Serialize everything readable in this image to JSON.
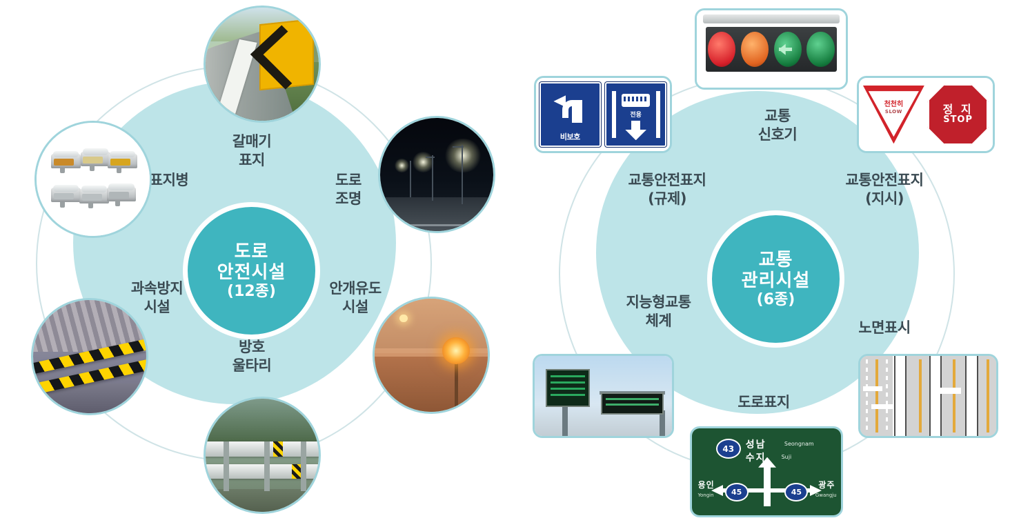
{
  "colors": {
    "center_fill": "#3fb5bf",
    "disc_fill": "#bde4e8",
    "ring_stroke": "#cfe3e6",
    "node_border": "#9fd4dc",
    "label_text": "#3a4a52"
  },
  "left_diagram": {
    "center": {
      "line1": "도로",
      "line2": "안전시설",
      "line3": "(12종)"
    },
    "labels": [
      {
        "id": "chevron-marker",
        "text": "갈매기\n표지"
      },
      {
        "id": "road-stud",
        "text": "표지병"
      },
      {
        "id": "road-lighting",
        "text": "도로\n조명"
      },
      {
        "id": "fog-guidance",
        "text": "안개유도\n시설"
      },
      {
        "id": "guard-fence",
        "text": "방호\n울타리"
      },
      {
        "id": "speed-bump",
        "text": "과속방지\n시설"
      }
    ]
  },
  "right_diagram": {
    "center": {
      "line1": "교통",
      "line2": "관리시설",
      "line3": "(6종)"
    },
    "labels": [
      {
        "id": "traffic-signal",
        "text": "교통\n신호기"
      },
      {
        "id": "safety-sign-regulatory",
        "text": "교통안전표지\n(규제)"
      },
      {
        "id": "safety-sign-instruction",
        "text": "교통안전표지\n(지시)"
      },
      {
        "id": "pavement-marking",
        "text": "노면표시"
      },
      {
        "id": "road-sign",
        "text": "도로표지"
      },
      {
        "id": "its",
        "text": "지능형교통\n체계"
      }
    ],
    "blue_signs": {
      "left_sign_text": "비보호",
      "right_sign_text": "전용"
    },
    "red_signs": {
      "yield_kr": "천천히",
      "yield_en": "SLOW",
      "stop_kr": "정 지",
      "stop_en": "STOP"
    },
    "direction_board": {
      "route_top": "43",
      "dest_top_kr": "성남",
      "dest_top_en": "Seongnam",
      "dest_second_kr": "수지",
      "dest_second_en": "Suji",
      "route_left": "45",
      "dest_left_kr": "용인",
      "dest_left_en": "Yongin",
      "route_right": "45",
      "dest_right_kr": "광주",
      "dest_right_en": "Gwangju"
    }
  }
}
